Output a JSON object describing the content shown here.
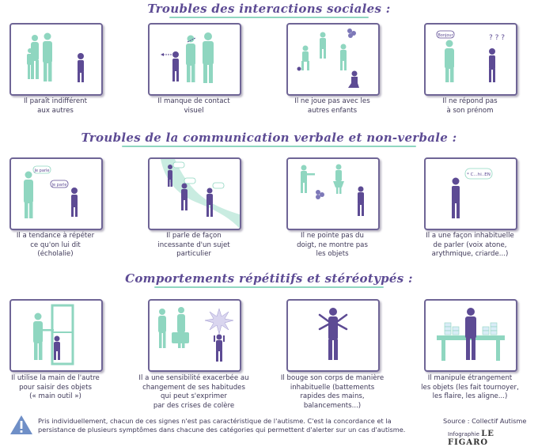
{
  "sections": [
    {
      "title": "Troubles des interactions sociales :"
    },
    {
      "title": "Troubles de la communication verbale et non-verbale :"
    },
    {
      "title": "Comportements répétitifs et stéréotypés :"
    }
  ],
  "captions": [
    "Il paraît indifférent\naux autres",
    "Il manque de contact\nvisuel",
    "Il ne joue pas avec les\nautres enfants",
    "Il ne répond pas\nà son prénom",
    "Il a tendance à répéter\nce qu'on lui dit\n(écholalie)",
    "Il parle de façon\nincessante d'un sujet\nparticulier",
    "Il ne pointe pas du\ndoigt, ne montre pas\nles objets",
    "Il a une façon inhabituelle\nde parler (voix atone,\narythmique, criarde...)",
    "Il utilise la main de l'autre\npour saisir des objets\n(« main outil »)",
    "Il a une sensibilité exacerbée au\nchangement de ses habitudes\nqui peut s'exprimer\npar des crises de colère",
    "Il bouge son corps de manière\ninhabituelle (battements\nrapides des mains,\nbalancements...)",
    "Il manipule étrangement\nles objets (les fait tournoyer,\nles flaire, les aligne...)"
  ],
  "bubbles": {
    "bonjour": "Bonjour",
    "question": "? ? ?",
    "je_parle_1": "Je parle",
    "je_parle_2": "Je parle",
    "odd_speech": "* C...hi..EN"
  },
  "footer": {
    "note": "Pris individuellement, chacun de ces signes n'est pas caractéristique de l'autisme. C'est la concordance et la persistance de plusieurs symptômes dans chacune des catégories qui permettent d'alerter sur un cas d'autisme.",
    "source": "Source : Collectif Autisme",
    "credit_prefix": "Infographie",
    "credit_brand": "LE FIGARO"
  },
  "colors": {
    "adult": "#8fd6c0",
    "child": "#5d4b94",
    "frame": "#6f6596",
    "accent": "#8fd6c0"
  },
  "icons": [
    "warning-icon"
  ]
}
